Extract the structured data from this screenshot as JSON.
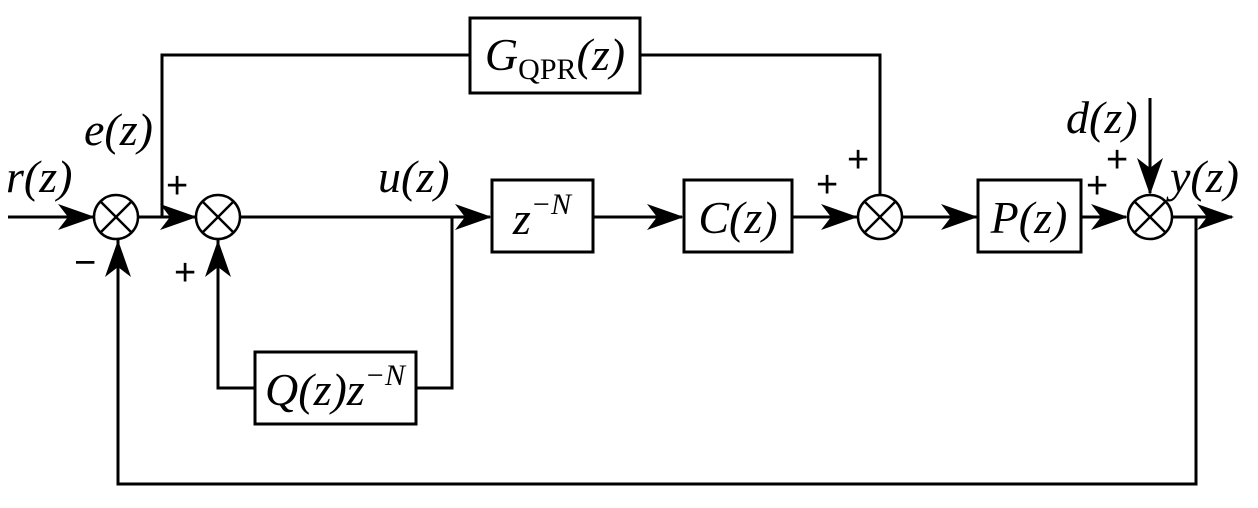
{
  "colors": {
    "line": "#000000",
    "background": "#ffffff"
  },
  "blocks": {
    "gqpr": {
      "main": "G",
      "sub": "QPR",
      "arg": "(z)"
    },
    "delay": {
      "base": "z",
      "exp": "−N"
    },
    "controller": {
      "text": "C(z)"
    },
    "plant": {
      "text": "P(z)"
    },
    "qfilter": {
      "text": "Q(z)z",
      "exp": "−N"
    }
  },
  "signals": {
    "reference": "r(z)",
    "error": "e(z)",
    "control": "u(z)",
    "disturbance": "d(z)",
    "output": "y(z)"
  },
  "signs": {
    "sum1_minus": "−",
    "sum2_left_plus": "+",
    "sum2_bottom_plus": "+",
    "sum3_left_plus": "+",
    "sum3_top_plus": "+",
    "sum4_left_plus": "+",
    "sum4_top_plus": "+"
  },
  "summing_junction_symbol": "times-in-circle"
}
